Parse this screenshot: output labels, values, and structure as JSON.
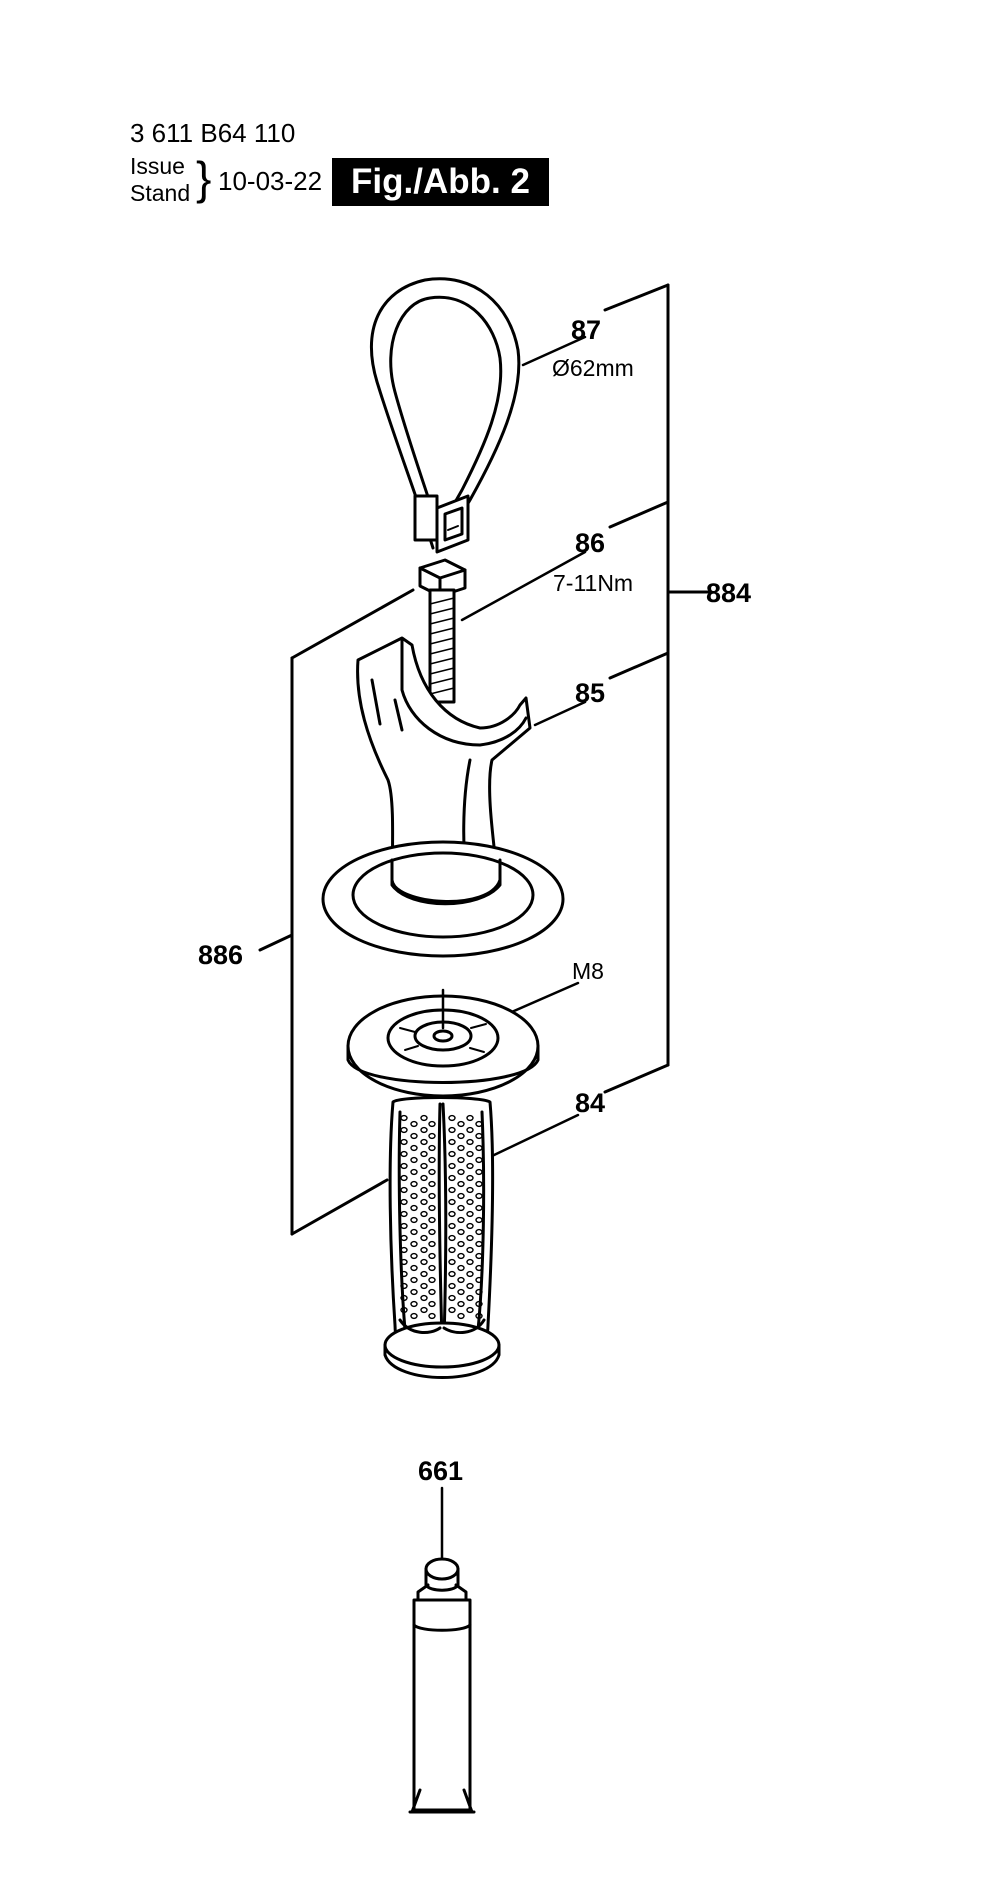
{
  "header": {
    "part_number": "3 611 B64 110",
    "issue_label": "Issue",
    "stand_label": "Stand",
    "date": "10-03-22",
    "figure_label": "Fig./Abb. 2"
  },
  "callouts": {
    "c87": {
      "number": "87",
      "note": "Ø62mm"
    },
    "c86": {
      "number": "86",
      "note": "7-11Nm"
    },
    "c884": {
      "number": "884"
    },
    "c85": {
      "number": "85"
    },
    "c886": {
      "number": "886"
    },
    "m8": {
      "note": "M8"
    },
    "c84": {
      "number": "84"
    },
    "c661": {
      "number": "661"
    }
  }
}
